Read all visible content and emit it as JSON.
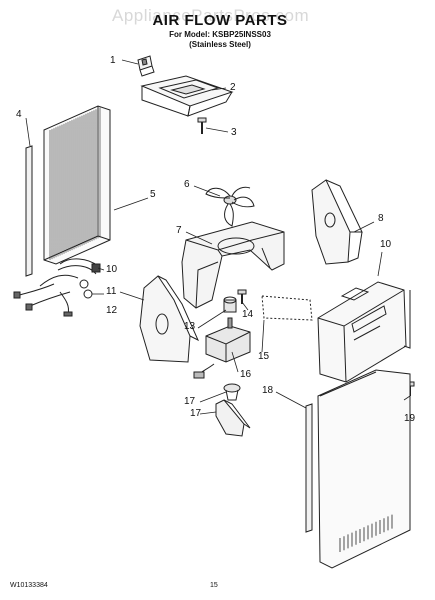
{
  "watermark": "AppliancePartsPros.com",
  "title": "AIR FLOW PARTS",
  "subtitle": {
    "model_line": "For Model: KSBP25INSS03",
    "finish_line": "(Stainless Steel)"
  },
  "callouts": [
    "1",
    "2",
    "3",
    "4",
    "5",
    "6",
    "7",
    "8",
    "10",
    "10",
    "11",
    "12",
    "13",
    "14",
    "15",
    "16",
    "17",
    "17",
    "18",
    "19"
  ],
  "footer": {
    "doc_number": "W10133384",
    "page_number": "15"
  },
  "colors": {
    "line": "#222222",
    "watermark": "#d8d8d8"
  }
}
